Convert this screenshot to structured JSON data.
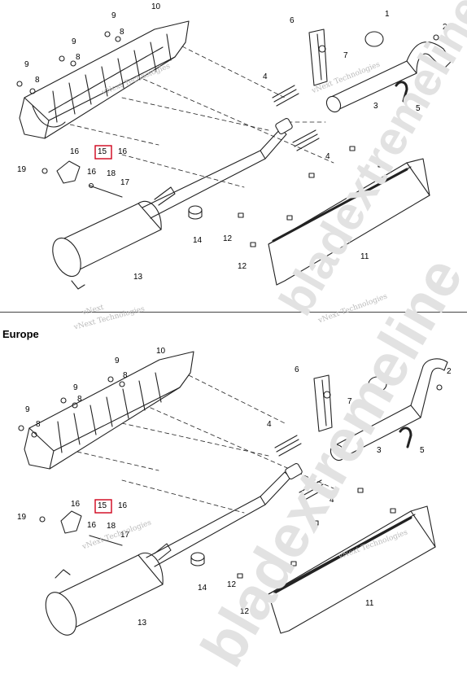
{
  "region_label": "Europe",
  "watermarks": {
    "vnext": "vNext Technologies",
    "vnext_short": "vNext",
    "vnext_tail": "Technologies",
    "brand": "bladextremeline"
  },
  "colors": {
    "line": "#222222",
    "fill": "#ffffff",
    "highlight": "#d0021b",
    "watermark": "#b9b9b9"
  },
  "callouts": {
    "n1": "1",
    "n2": "2",
    "n3": "3",
    "n4": "4",
    "n5": "5",
    "n6": "6",
    "n7": "7",
    "n8": "8",
    "n9": "9",
    "n10": "10",
    "n11": "11",
    "n12": "12",
    "n13": "13",
    "n14": "14",
    "n15": "15",
    "n16": "16",
    "n17": "17",
    "n18": "18",
    "n19": "19"
  },
  "highlighted_part": "15"
}
